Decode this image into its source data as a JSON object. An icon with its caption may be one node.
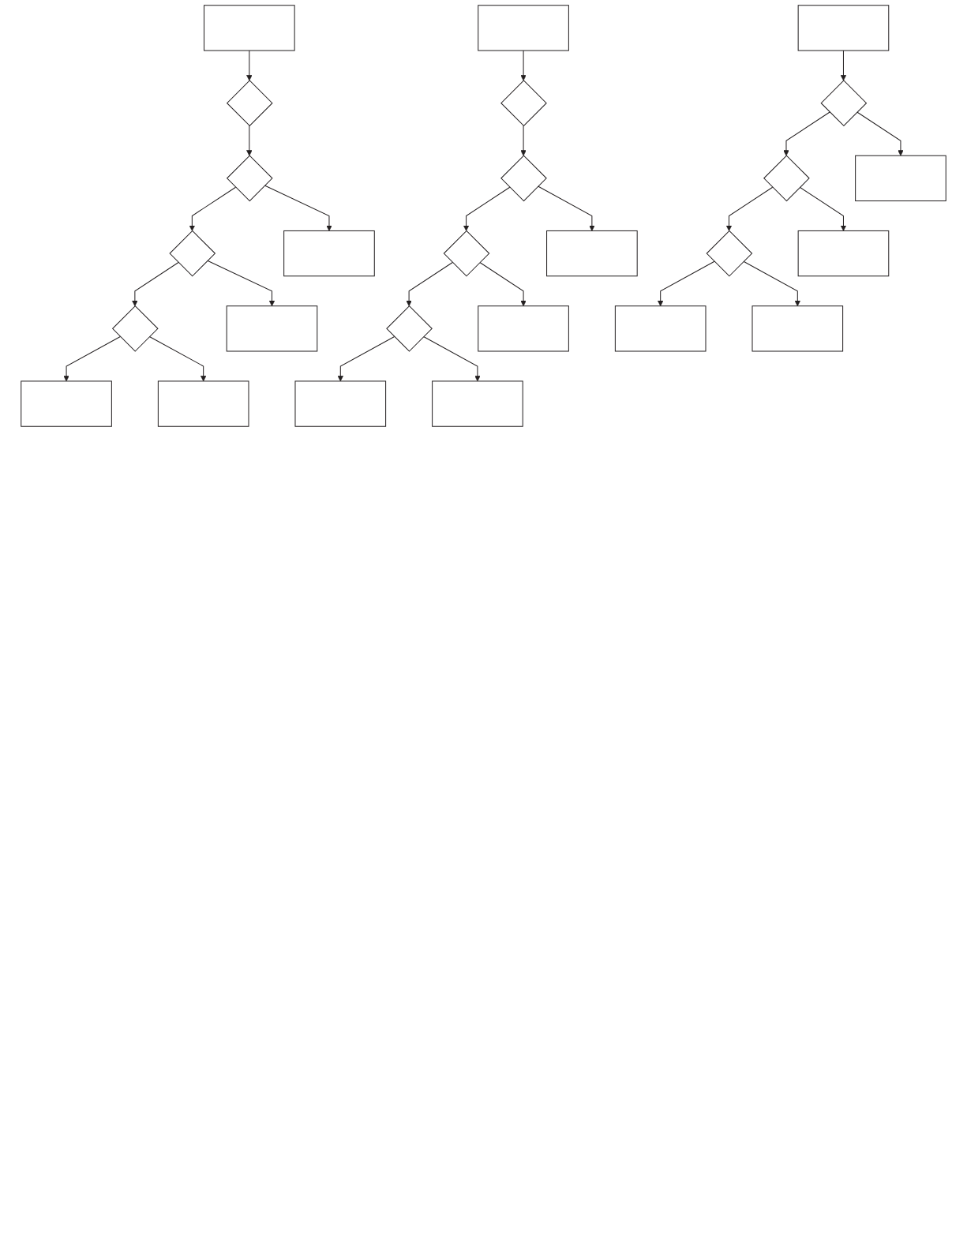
{
  "diagram": {
    "nodes": [
      {
        "text": [],
        "shape": "box"
      },
      {
        "text": [],
        "shape": "diamond"
      },
      {
        "text": [],
        "shape": "diamond"
      },
      {
        "text": [],
        "shape": "box"
      },
      {
        "text": [],
        "shape": "diamond"
      },
      {
        "text": [],
        "shape": "box"
      },
      {
        "text": [],
        "shape": "diamond"
      },
      {
        "text": [],
        "shape": "box"
      },
      {
        "text": [],
        "shape": "box"
      },
      {
        "text": [],
        "shape": "box"
      },
      {
        "text": [],
        "shape": "diamond"
      },
      {
        "text": [],
        "shape": "diamond"
      },
      {
        "text": [],
        "shape": "box"
      },
      {
        "text": [],
        "shape": "diamond"
      },
      {
        "text": [],
        "shape": "box"
      },
      {
        "text": [],
        "shape": "diamond"
      },
      {
        "text": [],
        "shape": "box"
      },
      {
        "text": [],
        "shape": "box"
      },
      {
        "text": [],
        "shape": "box"
      },
      {
        "text": [],
        "shape": "diamond"
      },
      {
        "text": [],
        "shape": "box"
      },
      {
        "text": [],
        "shape": "diamond"
      },
      {
        "text": [],
        "shape": "box"
      },
      {
        "text": [],
        "shape": "diamond"
      },
      {
        "text": [],
        "shape": "box"
      },
      {
        "text": [],
        "shape": "box"
      }
    ],
    "edges": [
      {
        "from": 0,
        "to": 1,
        "arrow": "to"
      },
      {
        "from": 1,
        "to": 2,
        "arrow": "to"
      },
      {
        "from": 2,
        "to": 4,
        "arrow": "to"
      },
      {
        "from": 2,
        "to": 3,
        "arrow": "to"
      },
      {
        "from": 4,
        "to": 6,
        "arrow": "to"
      },
      {
        "from": 4,
        "to": 5,
        "arrow": "to"
      },
      {
        "from": 6,
        "to": 8,
        "arrow": "to"
      },
      {
        "from": 6,
        "to": 7,
        "arrow": "to"
      },
      {
        "from": 9,
        "to": 10,
        "arrow": "to"
      },
      {
        "from": 10,
        "to": 11,
        "arrow": "to"
      },
      {
        "from": 11,
        "to": 13,
        "arrow": "to"
      },
      {
        "from": 11,
        "to": 12,
        "arrow": "to"
      },
      {
        "from": 13,
        "to": 15,
        "arrow": "to"
      },
      {
        "from": 13,
        "to": 14,
        "arrow": "to"
      },
      {
        "from": 15,
        "to": 17,
        "arrow": "to"
      },
      {
        "from": 15,
        "to": 16,
        "arrow": "to"
      },
      {
        "from": 18,
        "to": 19,
        "arrow": "to"
      },
      {
        "from": 19,
        "to": 21,
        "arrow": "to"
      },
      {
        "from": 19,
        "to": 20,
        "arrow": "to"
      },
      {
        "from": 21,
        "to": 23,
        "arrow": "to"
      },
      {
        "from": 21,
        "to": 22,
        "arrow": "to"
      },
      {
        "from": 23,
        "to": 25,
        "arrow": "to"
      },
      {
        "from": 23,
        "to": 24,
        "arrow": "to"
      }
    ]
  }
}
